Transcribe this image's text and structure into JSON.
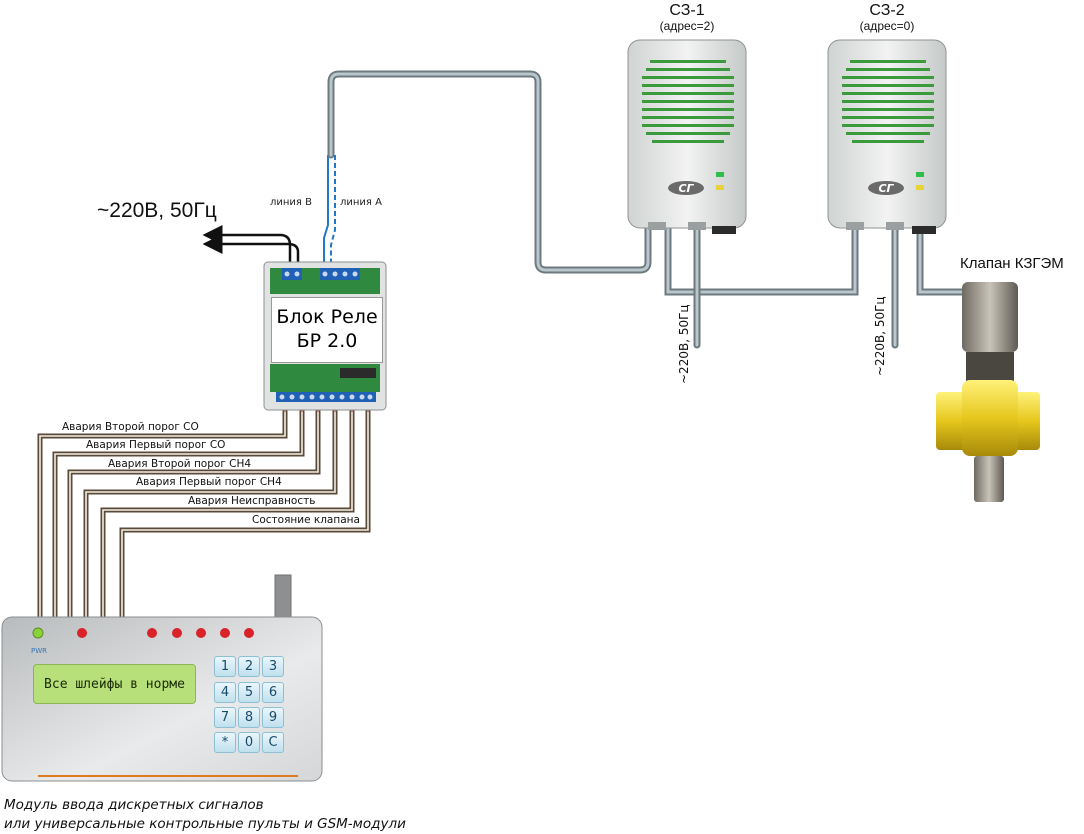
{
  "power_input_label": "~220В, 50Гц",
  "line_b_label": "линия В",
  "line_a_label": "линия А",
  "relay_block": {
    "line1": "Блок Реле",
    "line2": "БР 2.0"
  },
  "sensor_1": {
    "title": "СЗ-1",
    "address": "(адрес=2)",
    "logo": "СГ"
  },
  "sensor_2": {
    "title": "СЗ-2",
    "address": "(адрес=0)",
    "logo": "СГ"
  },
  "sensor_power_1": "~220В, 50Гц",
  "sensor_power_2": "~220В, 50Гц",
  "valve_label": "Клапан КЗГЭМ",
  "signal_wires": [
    "Авария Второй порог СО",
    "Авария Первый порог СО",
    "Авария Второй порог СН4",
    "Авария Первый порог СН4",
    "Авария Неисправность",
    "Состояние клапана"
  ],
  "module": {
    "pwr_label": "PWR",
    "display_text": "Все шлейфы в норме",
    "keys": [
      "1",
      "2",
      "3",
      "4",
      "5",
      "6",
      "7",
      "8",
      "9",
      "*",
      "0",
      "С"
    ]
  },
  "caption_line1": "Модуль ввода дискретных сигналов",
  "caption_line2": "или универсальные контрольные пульты и GSM-модули"
}
